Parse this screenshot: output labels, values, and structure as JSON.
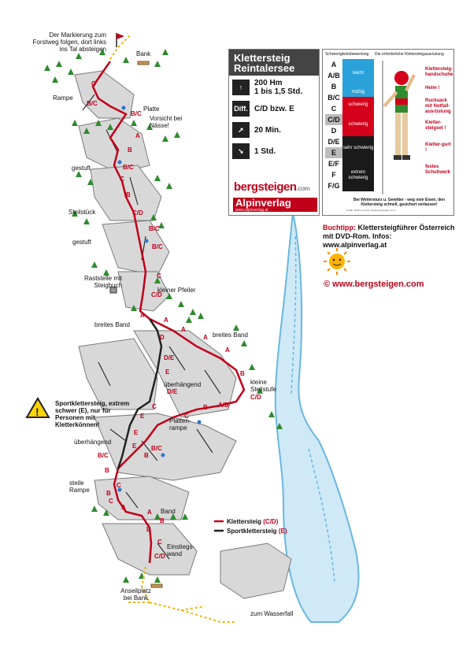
{
  "colors": {
    "route_red": "#c0001a",
    "route_black": "#222222",
    "rock_gray": "#8a8a8a",
    "tree_green": "#2e8b2e",
    "waterfall_blue": "#6ab7e0",
    "path_yellow": "#f2b400",
    "scale_A": "#2aa1d8",
    "scale_C": "#d4001a",
    "scale_E": "#1a1a1a"
  },
  "top_note": "Der Markierung zum Forstweg folgen, dort links ins Tal absteigen",
  "route_labels": {
    "bank_top": "Bank",
    "rampe": "Rampe",
    "platte": "Platte",
    "vorsicht": "Vorsicht bei Nässe!",
    "gestuft1": "gestuft",
    "steilstueck": "Steilstück",
    "gestuft2": "gestuft",
    "raststelle": "Raststelle mit Steigbuch",
    "kleiner_pfeiler": "kleiner Pfeiler",
    "breites_band_l": "breites Band",
    "breites_band_r": "breites Band",
    "kleine_steilstufe": "kleine Steilstufe",
    "ueberhaengend1": "überhängend",
    "plattenrampe": "Platten-rampe",
    "ueberhaengend2": "überhängend",
    "steile_rampe": "steile Rampe",
    "band": "Band",
    "einstiegswand": "Einstiegs-wand",
    "anseilplatz": "Anseilplatz bei Bank",
    "zum_wasserfall": "zum Wasserfall"
  },
  "grades": [
    {
      "id": "g1",
      "text": "C"
    },
    {
      "id": "g2",
      "text": "B/C"
    },
    {
      "id": "g3",
      "text": "B/C"
    },
    {
      "id": "g4",
      "text": "A"
    },
    {
      "id": "g5",
      "text": "B"
    },
    {
      "id": "g6",
      "text": "B/C"
    },
    {
      "id": "g7",
      "text": "C"
    },
    {
      "id": "g8",
      "text": "B"
    },
    {
      "id": "g9",
      "text": "C/D"
    },
    {
      "id": "g10",
      "text": "B/C"
    },
    {
      "id": "g11",
      "text": "B/C"
    },
    {
      "id": "g12",
      "text": "C"
    },
    {
      "id": "g13",
      "text": "C/D"
    },
    {
      "id": "g14",
      "text": "A"
    },
    {
      "id": "g15",
      "text": "A"
    },
    {
      "id": "g16",
      "text": "A"
    },
    {
      "id": "g17",
      "text": "A"
    },
    {
      "id": "g18",
      "text": "A"
    },
    {
      "id": "g19",
      "text": "B"
    },
    {
      "id": "g20",
      "text": "C/D"
    },
    {
      "id": "g21",
      "text": "A/B"
    },
    {
      "id": "g22",
      "text": "B"
    },
    {
      "id": "g23",
      "text": "C"
    },
    {
      "id": "g24",
      "text": "D"
    },
    {
      "id": "g25",
      "text": "D/E"
    },
    {
      "id": "g26",
      "text": "E"
    },
    {
      "id": "g27",
      "text": "D/E"
    },
    {
      "id": "g28",
      "text": "C"
    },
    {
      "id": "g29",
      "text": "E"
    },
    {
      "id": "g30",
      "text": "E"
    },
    {
      "id": "g31",
      "text": "E"
    },
    {
      "id": "g32",
      "text": "B"
    },
    {
      "id": "g33",
      "text": "B/C"
    },
    {
      "id": "g34",
      "text": "B/C"
    },
    {
      "id": "g35",
      "text": "B"
    },
    {
      "id": "g36",
      "text": "B"
    },
    {
      "id": "g37",
      "text": "C"
    },
    {
      "id": "g38",
      "text": "A"
    },
    {
      "id": "g39",
      "text": "A"
    },
    {
      "id": "g40",
      "text": "B"
    },
    {
      "id": "g41",
      "text": "C"
    },
    {
      "id": "g42",
      "text": "C/D"
    },
    {
      "id": "g43",
      "text": "B"
    },
    {
      "id": "g44",
      "text": "C"
    }
  ],
  "warning": "Sportklettersteig, extrem schwer (E), nur für Personen mit Kletterkönnen!",
  "legend": {
    "klettersteig": "Klettersteig",
    "klettersteig_grade": "(C/D)",
    "sport": "Sportklettersteig",
    "sport_grade": "(E)"
  },
  "info": {
    "title_line1": "Klettersteig",
    "title_line2": "Reintalersee",
    "height": "200 Hm",
    "duration": "1 bis 1,5 Std.",
    "diff_icon": "Diff.",
    "difficulty": "C/D bzw. E",
    "approach": "20 Min.",
    "descent": "1 Std.",
    "brand1": "bergsteigen",
    "brand1_suffix": ".com",
    "brand2": "Alpinverlag",
    "brand2_sub": "www.alpinverlag.at"
  },
  "scale": {
    "head_left": "Schwierigkeitsbewertung",
    "head_right": "Die erforderliche Klettersteigausrüstung",
    "grades": [
      "A",
      "A/B",
      "B",
      "B/C",
      "C",
      "C/D",
      "D",
      "D/E",
      "E",
      "E/F",
      "F",
      "F/G"
    ],
    "bands": [
      "leicht",
      "mäßig",
      "schwierig",
      "schwierig",
      "sehr schwierig",
      "extrem schwierig"
    ],
    "gear": [
      "Klettersteig-handschuhe",
      "Helm !",
      "Rucksack mit Notfall-ausrüstung",
      "Kletter-steigset !",
      "Kletter-gurt !",
      "festes Schuhwerk"
    ],
    "bottom_note": "Bei Wettersturz u. Gewitter - weg vom Eisen, den Klettersteig schnell, gesichert verlassen!",
    "tiny": "Grafik: Markus Lindner (www.bergsteigen.com)"
  },
  "buchtipp": {
    "label": "Buchtipp:",
    "text": "Klettersteigführer Österreich mit DVD-Rom. Infos: www.alpinverlag.at"
  },
  "website": "©  www.bergsteigen.com"
}
